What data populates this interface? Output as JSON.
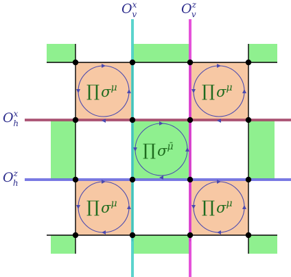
{
  "colors": {
    "orange_fill": "#f7c8a4",
    "green_fill": "#8ff08f",
    "grid_line": "#000000",
    "node": "#000000",
    "cycle": "#4a4ab0",
    "product_text": "#1e6b1e",
    "label_text": "#2c2c8c",
    "line_Ov_x": "#49cfc8",
    "line_Ov_z": "#e23fd6",
    "line_Oh_x": "#a5476a",
    "line_Oh_z": "#6b6be0"
  },
  "labels": {
    "Ov_x": {
      "base": "O",
      "sub": "v",
      "sup": "x"
    },
    "Ov_z": {
      "base": "O",
      "sub": "v",
      "sup": "z"
    },
    "Oh_x": {
      "base": "O",
      "sub": "h",
      "sup": "x"
    },
    "Oh_z": {
      "base": "O",
      "sub": "h",
      "sup": "z"
    }
  },
  "plaquettes": [
    {
      "id": "top-left",
      "fill": "orange",
      "text": {
        "prod": "∏",
        "sigma": "σ",
        "exp": "μ"
      }
    },
    {
      "id": "top-right",
      "fill": "orange",
      "text": {
        "prod": "∏",
        "sigma": "σ",
        "exp": "μ"
      }
    },
    {
      "id": "center",
      "fill": "green",
      "text": {
        "prod": "∏",
        "sigma": "σ",
        "exp": "μ̄"
      }
    },
    {
      "id": "bottom-left",
      "fill": "orange",
      "text": {
        "prod": "∏",
        "sigma": "σ",
        "exp": "μ"
      }
    },
    {
      "id": "bottom-right",
      "fill": "orange",
      "text": {
        "prod": "∏",
        "sigma": "σ",
        "exp": "μ"
      }
    }
  ]
}
